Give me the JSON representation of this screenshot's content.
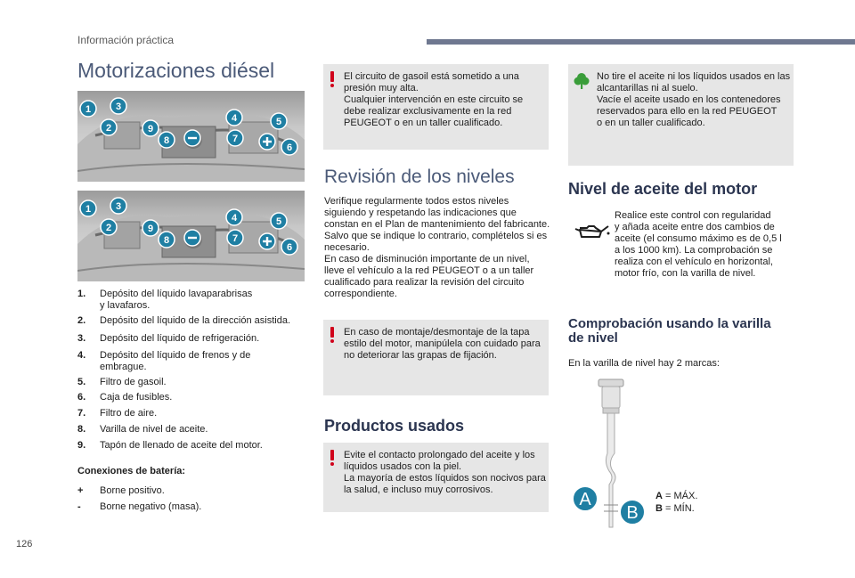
{
  "header": {
    "section": "Información práctica"
  },
  "page_number": "126",
  "col1": {
    "title": "Motorizaciones diésel",
    "legend": [
      {
        "num": "1.",
        "text": [
          "Depósito del líquido lavaparabrisas",
          "y lavafaros."
        ]
      },
      {
        "num": "2.",
        "text": [
          "Depósito del líquido de la dirección asistida."
        ]
      },
      {
        "num": "3.",
        "text": [
          "Depósito del líquido de refrigeración."
        ]
      },
      {
        "num": "4.",
        "text": [
          "Depósito del líquido de frenos y de",
          "embrague."
        ]
      },
      {
        "num": "5.",
        "text": [
          "Filtro de gasoil."
        ]
      },
      {
        "num": "6.",
        "text": [
          "Caja de fusibles."
        ]
      },
      {
        "num": "7.",
        "text": [
          "Filtro de aire."
        ]
      },
      {
        "num": "8.",
        "text": [
          "Varilla de nivel de aceite."
        ]
      },
      {
        "num": "9.",
        "text": [
          "Tapón de llenado de aceite del motor."
        ]
      }
    ],
    "battery_title": "Conexiones de batería:",
    "battery": [
      {
        "sign": "+",
        "text": "Borne positivo."
      },
      {
        "sign": "-",
        "text": "Borne negativo (masa)."
      }
    ],
    "engine_labels": [
      "1",
      "2",
      "3",
      "9",
      "8",
      "4",
      "7",
      "5",
      "6"
    ]
  },
  "col2": {
    "warn1": [
      "El circuito de gasoil está sometido a una",
      "presión muy alta.",
      "Cualquier intervención en este circuito se",
      "debe realizar exclusivamente en la red",
      "PEUGEOT o en un taller cualificado."
    ],
    "title": "Revisión de los niveles",
    "body": [
      "Verifique regularmente todos estos niveles",
      "siguiendo y respetando las indicaciones que",
      "constan en el Plan de mantenimiento del fabricante.",
      "Salvo que se indique lo contrario, complételos si es",
      "necesario.",
      "En caso de disminución importante de un nivel,",
      "lleve el vehículo a la red PEUGEOT o a un taller",
      "cualificado para realizar la revisión del circuito",
      "correspondiente."
    ],
    "warn2": [
      "En caso de montaje/desmontaje de la tapa",
      "estilo del motor, manipúlela con cuidado para",
      "no deteriorar las grapas de fijación."
    ],
    "products_title": "Productos usados",
    "warn3": [
      "Evite el contacto prolongado del aceite y los",
      "líquidos usados con la piel.",
      "La mayoría de estos líquidos son nocivos para",
      "la salud, e incluso muy corrosivos."
    ]
  },
  "col3": {
    "eco": [
      "No tire el aceite ni los líquidos usados en las",
      "alcantarillas ni al suelo.",
      "Vacíe el aceite usado en los contenedores",
      "reservados para ello en la red PEUGEOT",
      "o en un taller cualificado."
    ],
    "oil_title": "Nivel de aceite del motor",
    "oil_body": [
      "Realice este control con regularidad",
      "y añada aceite entre dos cambios de",
      "aceite (el consumo máximo es de 0,5 l",
      "a los 1000 km). La comprobación se",
      "realiza con el vehículo en horizontal,",
      "motor frío, con la varilla de nivel."
    ],
    "dipstick_title_lines": [
      "Comprobación usando la varilla",
      "de nivel"
    ],
    "dipstick_body": "En la varilla de nivel hay 2 marcas:",
    "mark_a": {
      "letter": "A",
      "value": " = MÁX."
    },
    "mark_b": {
      "letter": "B",
      "value": " = MÍN."
    },
    "colors": {
      "warning": "#d0021b",
      "box": "#e6e6e6",
      "title": "#4b5a78",
      "badge": "#1f7fa3",
      "eco": "#3a9d3a"
    }
  }
}
